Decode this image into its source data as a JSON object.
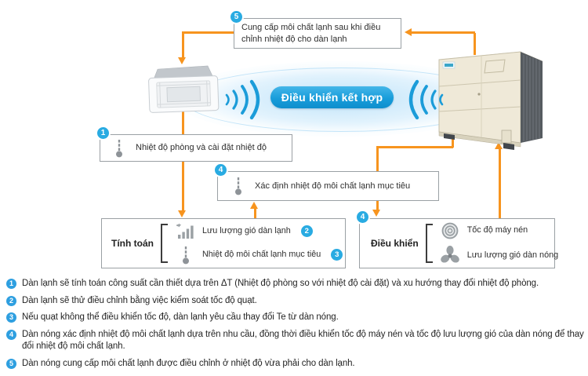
{
  "colors": {
    "accent_blue": "#29abe2",
    "orange": "#f7941e",
    "box_border": "#9aa0a4",
    "icon_gray": "#8e9398",
    "pill_blue": "#189dda"
  },
  "diagram": {
    "pill_label": "Điều khiển kết hợp",
    "supply_box": {
      "num": "5",
      "text": "Cung cấp môi chất lạnh sau khi điều chỉnh nhiệt độ cho dàn lạnh"
    },
    "room_temp_box": {
      "num": "1",
      "text": "Nhiệt độ phòng và cài đặt nhiệt độ"
    },
    "target_temp_box": {
      "num": "4",
      "text": "Xác định nhiệt độ môi chất lạnh mục tiêu"
    },
    "calc_box": {
      "label": "Tính toán",
      "rows": [
        {
          "icon": "airflow-bars-icon",
          "text": "Lưu lượng gió dàn lạnh",
          "num": "2"
        },
        {
          "icon": "thermometer-icon",
          "text": "Nhiệt độ môi chất lạnh mục tiêu",
          "num": "3"
        }
      ]
    },
    "ctrl_box": {
      "num": "4",
      "label": "Điều khiển",
      "rows": [
        {
          "icon": "compressor-spiral-icon",
          "text": "Tốc độ máy nén"
        },
        {
          "icon": "fan-icon",
          "text": "Lưu lượng gió dàn nóng"
        }
      ]
    }
  },
  "notes": [
    {
      "num": "1",
      "text": "Dàn lạnh sẽ tính toán công suất cần thiết dựa trên ΔT (Nhiệt độ phòng so với nhiệt độ cài đặt) và xu hướng thay đổi nhiệt độ phòng."
    },
    {
      "num": "2",
      "text": "Dàn lạnh sẽ thử điều chỉnh bằng việc kiểm soát tốc độ quạt."
    },
    {
      "num": "3",
      "text": "Nếu quạt không thể điều khiển tốc độ, dàn lạnh yêu cầu thay đổi Te từ dàn nóng."
    },
    {
      "num": "4",
      "text": "Dàn nóng xác định nhiệt độ môi chất lạnh dựa trên nhu cầu, đồng thời điều khiển tốc độ máy nén và tốc độ lưu lượng gió của dàn nóng để thay đổi nhiệt độ môi chất lạnh."
    },
    {
      "num": "5",
      "text": "Dàn nóng cung cấp môi chất lạnh được điều chỉnh ở nhiệt độ vừa phải cho dàn lạnh."
    }
  ]
}
